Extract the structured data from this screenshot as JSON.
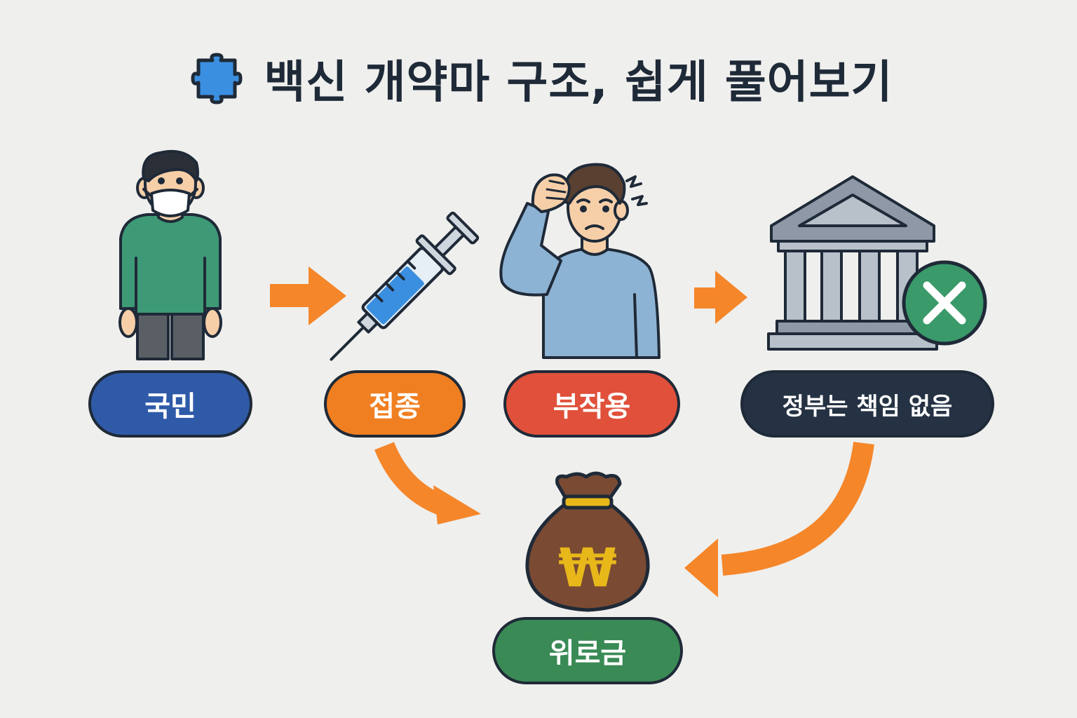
{
  "title": "백신 개약마 구조, 쉽게 풀어보기",
  "title_icon": "puzzle-piece-icon",
  "nodes": {
    "citizen": {
      "label": "국민",
      "icon": "masked-person-icon",
      "color": "#2f5aa8"
    },
    "vaccination": {
      "label": "접종",
      "icon": "syringe-icon",
      "color": "#f07f22"
    },
    "side_effect": {
      "label": "부작용",
      "icon": "distressed-person-icon",
      "color": "#e0503a"
    },
    "government": {
      "label": "정부는 책임 없음",
      "icon": "government-building-x-icon",
      "color": "#253243"
    },
    "consolation": {
      "label": "위로금",
      "icon": "money-bag-won-icon",
      "color": "#3a8a55"
    }
  },
  "money_symbol": "₩",
  "colors": {
    "arrow": "#f5862a",
    "outline": "#1f2a38",
    "background": "#efefed"
  }
}
